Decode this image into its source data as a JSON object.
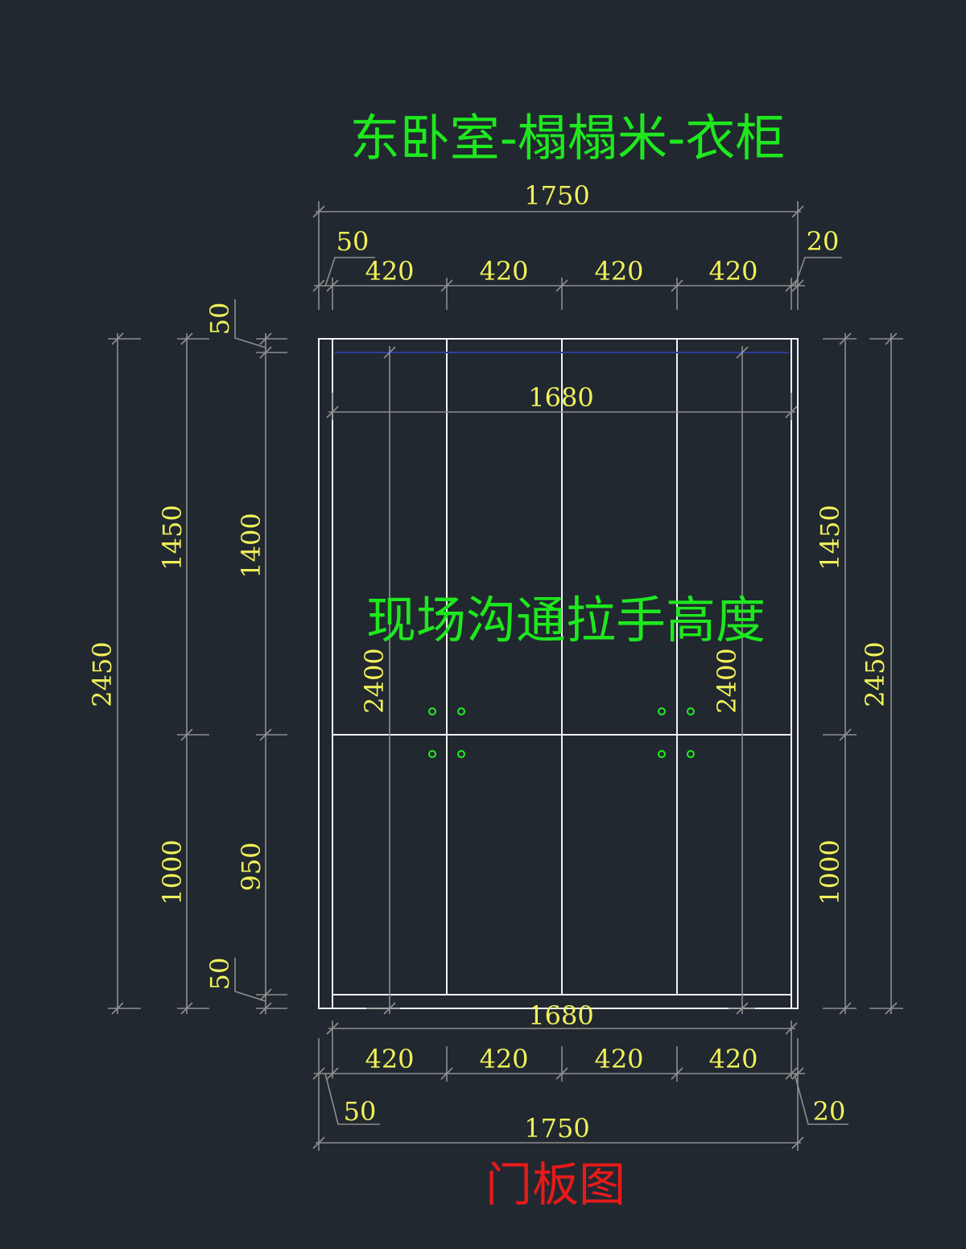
{
  "drawing": {
    "title": "东卧室-榻榻米-衣柜",
    "center_note": "现场沟通拉手高度",
    "caption": "门板图"
  },
  "dimensions": {
    "top_overall": "1750",
    "top_left_gap": "50",
    "top_right_gap": "20",
    "top_panels": [
      "420",
      "420",
      "420",
      "420"
    ],
    "inner_top": "1680",
    "inner_bottom": "1680",
    "bottom_panels": [
      "420",
      "420",
      "420",
      "420"
    ],
    "bottom_left_gap": "50",
    "bottom_right_gap": "20",
    "bottom_overall": "1750",
    "left_overall": "2450",
    "left_upper": "1450",
    "left_lower": "1000",
    "left_top_gap": "50",
    "left_bottom_gap": "50",
    "inner_left_upper": "1400",
    "inner_left_lower": "950",
    "door_left_height": "2400",
    "door_right_height": "2400",
    "right_upper": "1450",
    "right_lower": "1000",
    "right_overall": "2450"
  },
  "colors": {
    "background": "#212830",
    "dimension_text": "#f0f05a",
    "title": "#1ee81e",
    "caption": "#e81a1a"
  }
}
